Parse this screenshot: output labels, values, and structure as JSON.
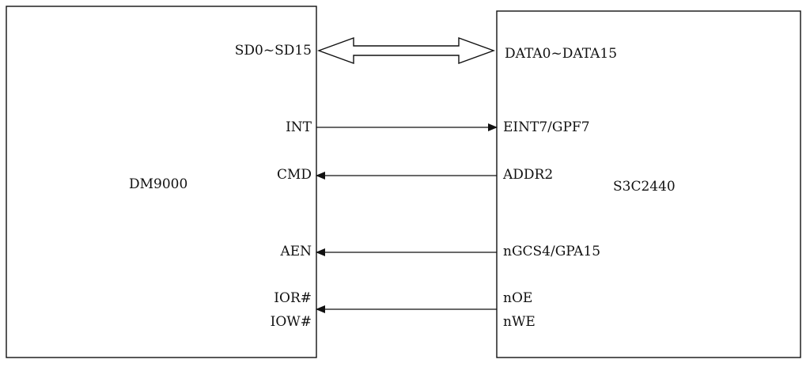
{
  "left_chip": {
    "name": "DM9000"
  },
  "right_chip": {
    "name": "S3C2440"
  },
  "data_bus": {
    "left_label": "SD0~SD15",
    "right_label": "DATA0~DATA15"
  },
  "signals": [
    {
      "left": "INT",
      "right": "EINT7/GPF7",
      "direction": "to-right"
    },
    {
      "left": "CMD",
      "right": "ADDR2",
      "direction": "to-left"
    },
    {
      "left": "AEN",
      "right": "nGCS4/GPA15",
      "direction": "to-left"
    },
    {
      "left": "IOR#",
      "right": "nOE",
      "direction": "to-left"
    },
    {
      "left": "IOW#",
      "right": "nWE",
      "direction": "to-left"
    }
  ],
  "colors": {
    "line": "#111111",
    "background": "#ffffff"
  }
}
